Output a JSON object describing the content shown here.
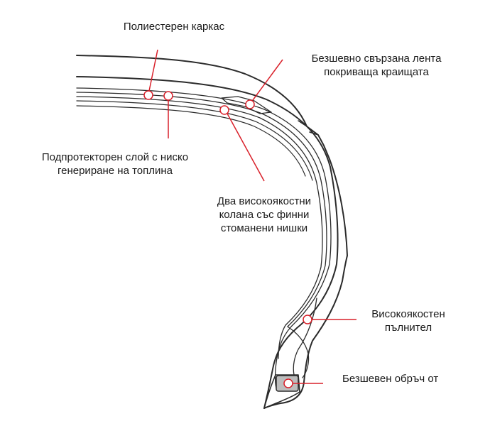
{
  "labels": {
    "carcass": "Полиестерен каркас",
    "edge_strip": "Безшевно свързана лента\nпокриваща краищата",
    "under_tread": "Подпротекторен слой с ниско\nгенериране на топлина",
    "belts": "Два високоякостни\nколана със финни\nстоманени нишки",
    "filler": "Високоякостен\nпълнител",
    "bead": "Безшевен обръч от"
  },
  "colors": {
    "outline": "#2b2b2b",
    "callout": "#d9202a",
    "bead_fill": "#bdbdbd"
  }
}
